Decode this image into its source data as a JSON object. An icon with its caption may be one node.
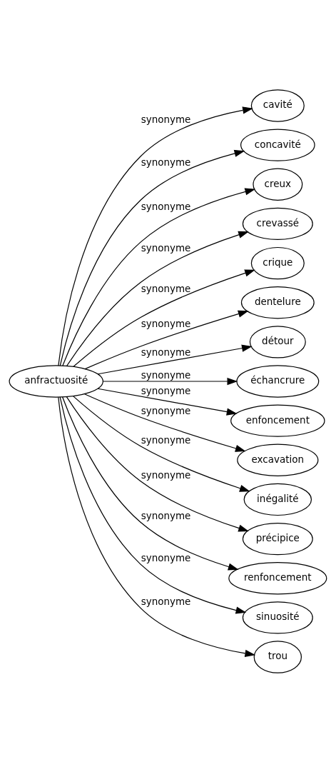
{
  "diagram": {
    "nodes": [
      {
        "text": [
          "anfractuosité"
        ]
      },
      {
        "text": [
          "cavité"
        ]
      },
      {
        "text": [
          "concavité"
        ]
      },
      {
        "text": [
          "creux"
        ]
      },
      {
        "text": [
          "crevassé"
        ]
      },
      {
        "text": [
          "crique"
        ]
      },
      {
        "text": [
          "dentelure"
        ]
      },
      {
        "text": [
          "détour"
        ]
      },
      {
        "text": [
          "échancrure"
        ]
      },
      {
        "text": [
          "enfoncement"
        ]
      },
      {
        "text": [
          "excavation"
        ]
      },
      {
        "text": [
          "inégalité"
        ]
      },
      {
        "text": [
          "précipice"
        ]
      },
      {
        "text": [
          "renfoncement"
        ]
      },
      {
        "text": [
          "sinuosité"
        ]
      },
      {
        "text": [
          "trou"
        ]
      }
    ],
    "edges": [
      {
        "from": 0,
        "to": 1,
        "arrow": "to",
        "label": "synonyme"
      },
      {
        "from": 0,
        "to": 2,
        "arrow": "to",
        "label": "synonyme"
      },
      {
        "from": 0,
        "to": 3,
        "arrow": "to",
        "label": "synonyme"
      },
      {
        "from": 0,
        "to": 4,
        "arrow": "to",
        "label": "synonyme"
      },
      {
        "from": 0,
        "to": 5,
        "arrow": "to",
        "label": "synonyme"
      },
      {
        "from": 0,
        "to": 6,
        "arrow": "to",
        "label": "synonyme"
      },
      {
        "from": 0,
        "to": 7,
        "arrow": "to",
        "label": "synonyme"
      },
      {
        "from": 0,
        "to": 8,
        "arrow": "to",
        "label": "synonyme"
      },
      {
        "from": 0,
        "to": 9,
        "arrow": "to",
        "label": "synonyme"
      },
      {
        "from": 0,
        "to": 10,
        "arrow": "to",
        "label": "synonyme"
      },
      {
        "from": 0,
        "to": 11,
        "arrow": "to",
        "label": "synonyme"
      },
      {
        "from": 0,
        "to": 12,
        "arrow": "to",
        "label": "synonyme"
      },
      {
        "from": 0,
        "to": 13,
        "arrow": "to",
        "label": "synonyme"
      },
      {
        "from": 0,
        "to": 14,
        "arrow": "to",
        "label": "synonyme"
      },
      {
        "from": 0,
        "to": 15,
        "arrow": "to",
        "label": "synonyme"
      }
    ]
  }
}
